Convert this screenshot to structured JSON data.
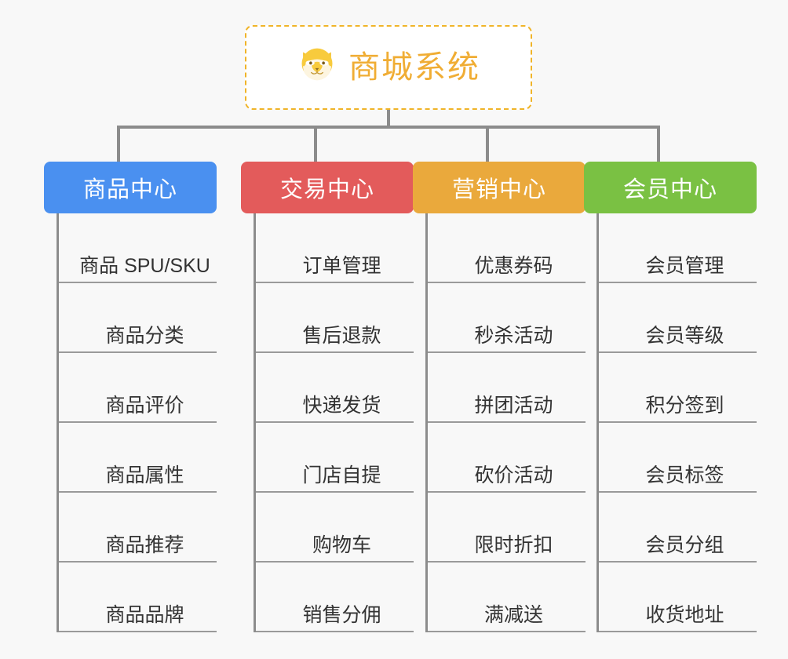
{
  "diagram": {
    "title": "商城系统",
    "root": {
      "label": "商城系统",
      "icon": "shiba-dog-icon",
      "border_color": "#f0b429",
      "text_color": "#f0ad34",
      "background": "#ffffff"
    },
    "background_color": "#f8f8f8",
    "connector_color": "#8c8c8c",
    "leaf_text_color": "#333333",
    "leaf_underline_color": "#9a9a9a",
    "columns": [
      {
        "header": "商品中心",
        "color": "#4a90f0",
        "items": [
          "商品 SPU/SKU",
          "商品分类",
          "商品评价",
          "商品属性",
          "商品推荐",
          "商品品牌"
        ]
      },
      {
        "header": "交易中心",
        "color": "#e35b5b",
        "items": [
          "订单管理",
          "售后退款",
          "快递发货",
          "门店自提",
          "购物车",
          "销售分佣"
        ]
      },
      {
        "header": "营销中心",
        "color": "#eaa93c",
        "items": [
          "优惠券码",
          "秒杀活动",
          "拼团活动",
          "砍价活动",
          "限时折扣",
          "满减送"
        ]
      },
      {
        "header": "会员中心",
        "color": "#7ac143",
        "items": [
          "会员管理",
          "会员等级",
          "积分签到",
          "会员标签",
          "会员分组",
          "收货地址"
        ]
      }
    ]
  }
}
